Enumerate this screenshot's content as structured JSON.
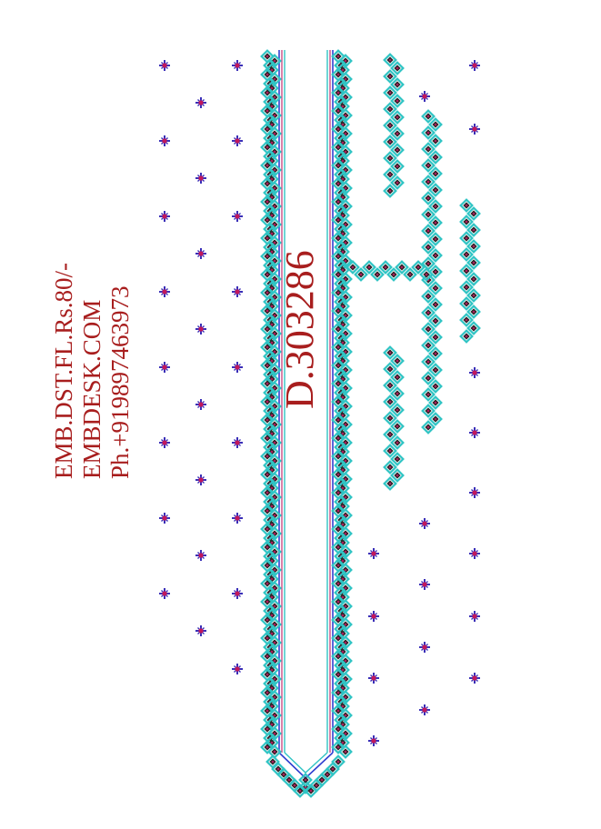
{
  "contact": {
    "line1": "EMB.DST.FL.Rs.80/-",
    "line2": "EMBDESK.COM",
    "line3": "Ph.+919897463973"
  },
  "design": {
    "code": "D.303286"
  },
  "colors": {
    "text": "#a81e1e",
    "motif_outline": "#30c4c4",
    "motif_fill": "#2a2a2a",
    "motif_center": "#b5175c",
    "dot_cross": "#3a2fb8",
    "dot_center": "#c2185b",
    "border_line_outer": "#3040d0",
    "border_line_inner": "#c03070",
    "background": "#ffffff"
  }
}
